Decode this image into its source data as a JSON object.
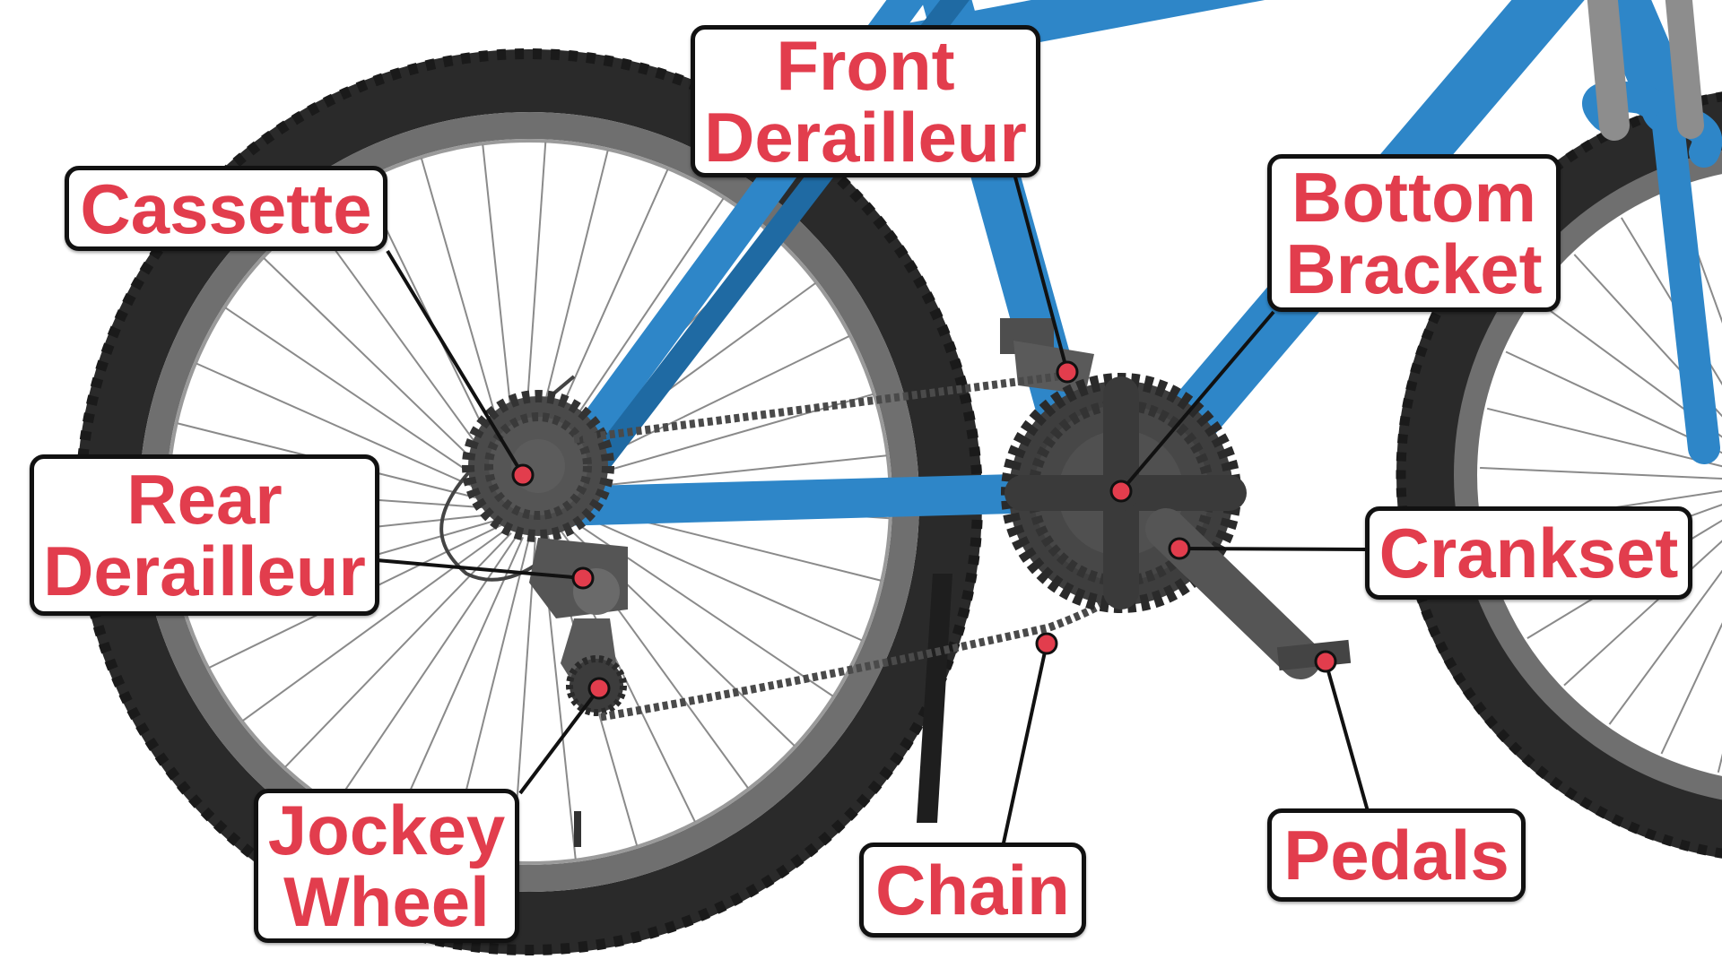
{
  "colors": {
    "frame": "#2e86c8",
    "frame_dark": "#1f6aa3",
    "tire": "#2a2a2a",
    "rim": "#6f6f6f",
    "metal": "#4a4a4a",
    "label_text": "#e23d4d",
    "label_border": "#111111",
    "leader_line": "#111111",
    "marker_dot": "#e23d4d"
  },
  "labels": {
    "front_derailleur": [
      "Front",
      "Derailleur"
    ],
    "cassette": [
      "Cassette"
    ],
    "bottom_bracket": [
      "Bottom",
      "Bracket"
    ],
    "rear_derailleur": [
      "Rear",
      "Derailleur"
    ],
    "crankset": [
      "Crankset"
    ],
    "jockey_wheel": [
      "Jockey",
      "Wheel"
    ],
    "chain": [
      "Chain"
    ],
    "pedals": [
      "Pedals"
    ]
  }
}
